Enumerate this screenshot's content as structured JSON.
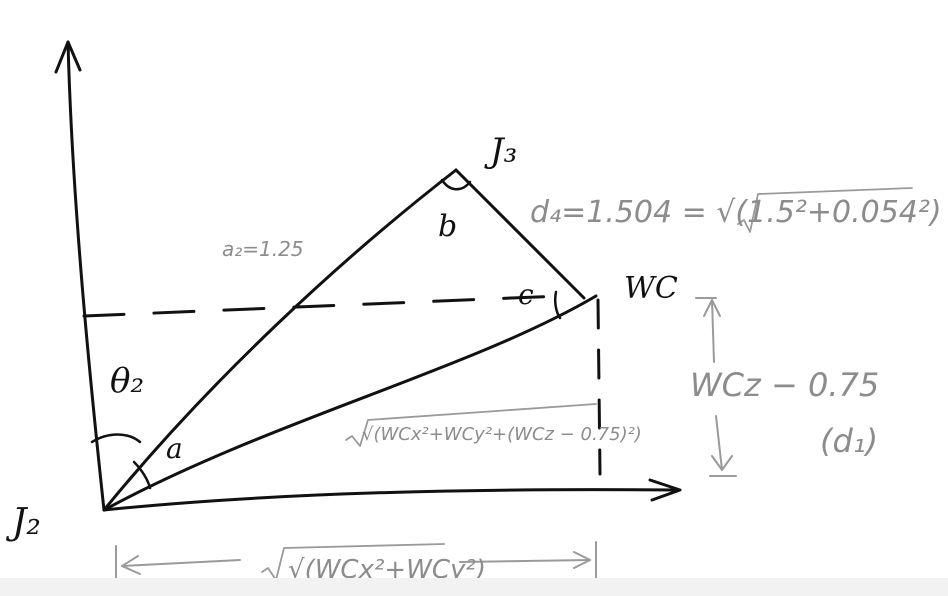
{
  "diagram": {
    "labels": {
      "base_joint": "J₂",
      "elbow_joint": "J₃",
      "wrist_center": "WC",
      "theta": "θ₂",
      "angle_a": "a",
      "angle_b": "b",
      "angle_c": "c",
      "link_a2": "a₂=1.25",
      "d4_equation": "d₄=1.504 = √(1.5²+0.054²)",
      "diagonal_length": "√(WCx²+WCy²+(WCz − 0.75)²)",
      "vertical_offset": "WCz − 0.75",
      "d1": "(d₁)",
      "horizontal_length": "√(WCx²+WCy²)"
    },
    "colors": {
      "ink": "#111111",
      "pencil": "#8c8c8c"
    }
  }
}
